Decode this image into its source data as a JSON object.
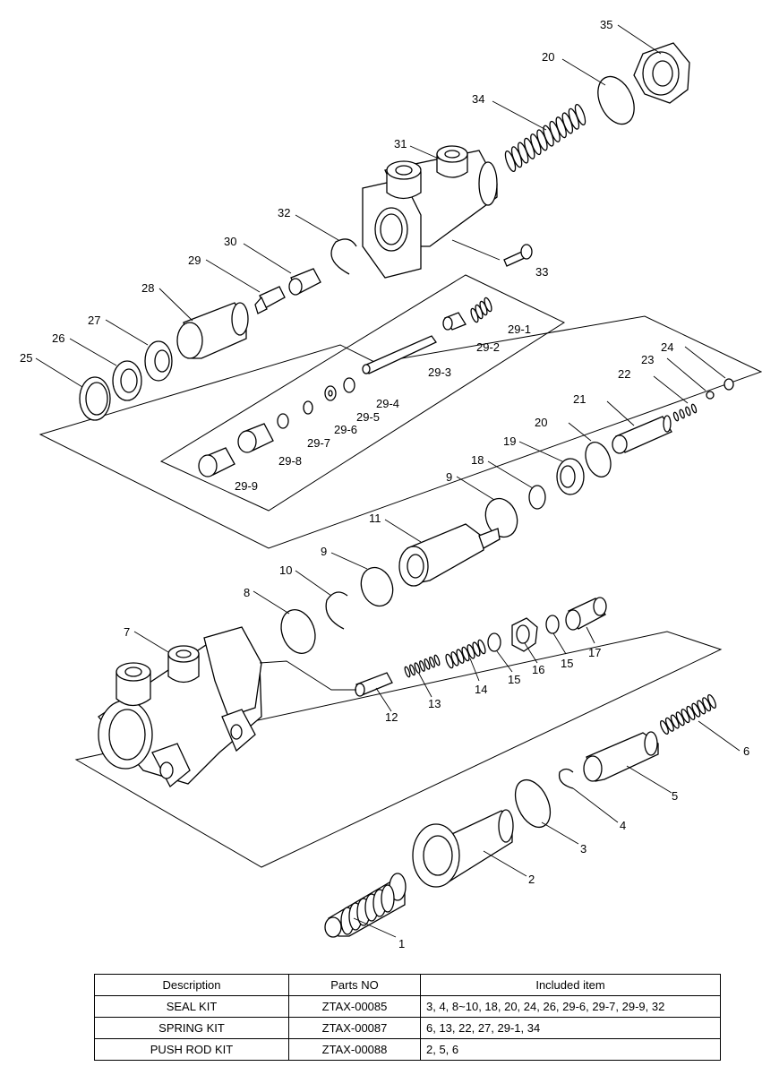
{
  "labels": {
    "p1": "1",
    "p2": "2",
    "p3": "3",
    "p4": "4",
    "p5": "5",
    "p6": "6",
    "p7": "7",
    "p8": "8",
    "p9a": "9",
    "p9b": "9",
    "p10": "10",
    "p11": "11",
    "p12": "12",
    "p13": "13",
    "p14": "14",
    "p15a": "15",
    "p15b": "15",
    "p16": "16",
    "p17": "17",
    "p18": "18",
    "p19": "19",
    "p20a": "20",
    "p20b": "20",
    "p21": "21",
    "p22": "22",
    "p23": "23",
    "p24": "24",
    "p25": "25",
    "p26": "26",
    "p27": "27",
    "p28": "28",
    "p29": "29",
    "p29_1": "29-1",
    "p29_2": "29-2",
    "p29_3": "29-3",
    "p29_4": "29-4",
    "p29_5": "29-5",
    "p29_6": "29-6",
    "p29_7": "29-7",
    "p29_8": "29-8",
    "p29_9": "29-9",
    "p30": "30",
    "p31": "31",
    "p32": "32",
    "p33": "33",
    "p34": "34",
    "p35": "35"
  },
  "table": {
    "headers": [
      "Description",
      "Parts NO",
      "Included item"
    ],
    "rows": [
      [
        "SEAL KIT",
        "ZTAX-00085",
        "3, 4, 8~10, 18, 20, 24, 26, 29-6, 29-7, 29-9, 32"
      ],
      [
        "SPRING KIT",
        "ZTAX-00087",
        "6, 13, 22, 27, 29-1, 34"
      ],
      [
        "PUSH ROD KIT",
        "ZTAX-00088",
        "2, 5, 6"
      ]
    ]
  }
}
